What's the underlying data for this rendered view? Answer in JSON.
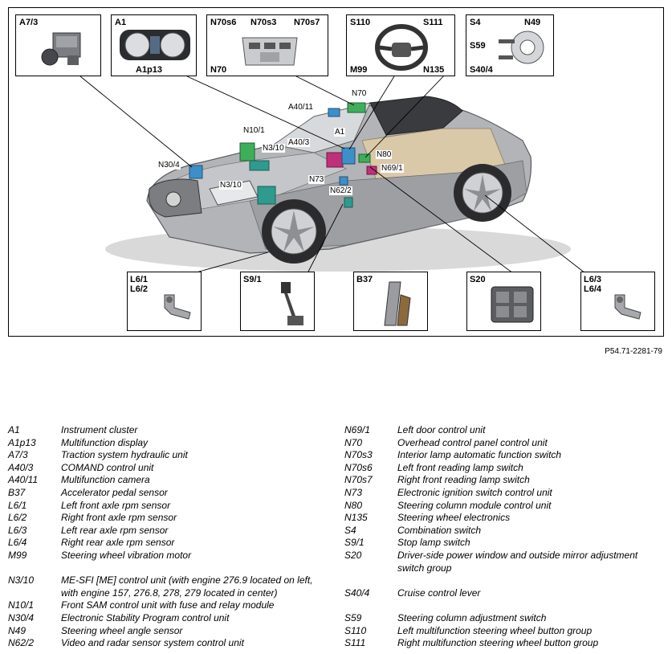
{
  "insets": {
    "a7_3": "A7/3",
    "a1": "A1",
    "a1p13": "A1p13",
    "n70s6": "N70s6",
    "n70s3": "N70s3",
    "n70s7": "N70s7",
    "n70": "N70",
    "s110": "S110",
    "s111": "S111",
    "m99": "M99",
    "n135": "N135",
    "s4": "S4",
    "n49": "N49",
    "s59": "S59",
    "s40_4": "S40/4",
    "l6_1": "L6/1",
    "l6_2": "L6/2",
    "s9_1": "S9/1",
    "b37": "B37",
    "s20": "S20",
    "l6_3": "L6/3",
    "l6_4": "L6/4"
  },
  "car_labels": {
    "n70": "N70",
    "a40_11": "A40/11",
    "n10_1": "N10/1",
    "a1": "A1",
    "a40_3": "A40/3",
    "n3_10_upper": "N3/10",
    "n30_4": "N30/4",
    "n80": "N80",
    "n69_1": "N69/1",
    "n73": "N73",
    "n3_10_lower": "N3/10",
    "n62_2": "N62/2"
  },
  "reference": "P54.71-2281-79",
  "legend_left": [
    {
      "code": "A1",
      "desc": "Instrument cluster"
    },
    {
      "code": "A1p13",
      "desc": "Multifunction display"
    },
    {
      "code": "A7/3",
      "desc": "Traction system hydraulic unit"
    },
    {
      "code": "A40/3",
      "desc": "COMAND control unit"
    },
    {
      "code": "A40/11",
      "desc": "Multifunction camera"
    },
    {
      "code": "B37",
      "desc": "Accelerator pedal sensor"
    },
    {
      "code": "L6/1",
      "desc": "Left front axle rpm sensor"
    },
    {
      "code": "L6/2",
      "desc": "Right front axle rpm sensor"
    },
    {
      "code": "L6/3",
      "desc": "Left rear axle rpm sensor"
    },
    {
      "code": "L6/4",
      "desc": "Right rear axle rpm sensor"
    },
    {
      "code": "M99",
      "desc": "Steering wheel vibration motor"
    },
    {
      "code": "",
      "desc": ""
    },
    {
      "code": "N3/10",
      "desc": "ME-SFI [ME] control unit (with engine 276.9 located on left, with engine 157, 276.8, 278, 279 located in center)"
    },
    {
      "code": "N10/1",
      "desc": "Front SAM control unit with fuse and relay module"
    },
    {
      "code": "N30/4",
      "desc": "Electronic Stability Program control unit"
    },
    {
      "code": "N49",
      "desc": "Steering wheel angle sensor"
    },
    {
      "code": "N62/2",
      "desc": "Video and radar sensor system control unit"
    }
  ],
  "legend_right": [
    {
      "code": "N69/1",
      "desc": "Left door control unit"
    },
    {
      "code": "N70",
      "desc": "Overhead control panel control unit"
    },
    {
      "code": "N70s3",
      "desc": "Interior lamp automatic function switch"
    },
    {
      "code": "N70s6",
      "desc": "Left front reading lamp switch"
    },
    {
      "code": "N70s7",
      "desc": "Right front reading lamp switch"
    },
    {
      "code": "N73",
      "desc": "Electronic ignition switch control unit"
    },
    {
      "code": "N80",
      "desc": "Steering column module control unit"
    },
    {
      "code": "N135",
      "desc": "Steering wheel electronics"
    },
    {
      "code": "S4",
      "desc": "Combination switch"
    },
    {
      "code": "S9/1",
      "desc": "Stop lamp switch"
    },
    {
      "code": "S20",
      "desc": "Driver-side power window and outside mirror adjustment switch group"
    },
    {
      "code": "",
      "desc": ""
    },
    {
      "code": "S40/4",
      "desc": "Cruise control lever"
    },
    {
      "code": "",
      "desc": ""
    },
    {
      "code": "S59",
      "desc": "Steering column adjustment switch"
    },
    {
      "code": "S110",
      "desc": "Left multifunction steering wheel button group"
    },
    {
      "code": "S111",
      "desc": "Right multifunction steering wheel button group"
    }
  ],
  "colors": {
    "car_body": "#a9abae",
    "car_dark": "#6e7074",
    "component_green": "#3fae5a",
    "component_blue": "#3d8fc8",
    "component_magenta": "#c0307a",
    "component_teal": "#2f9a8e"
  }
}
